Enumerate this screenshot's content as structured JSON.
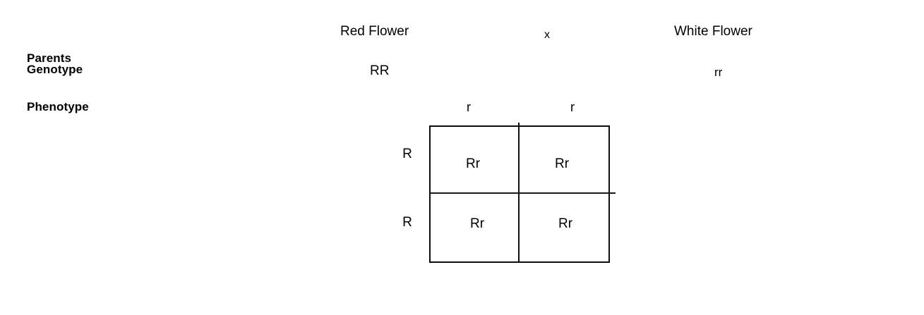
{
  "labels": {
    "parents_phenotype_line1": "Parents",
    "parents_phenotype_line2": "Phenotype",
    "genotype": "Genotype"
  },
  "cross": {
    "parent1_phenotype": "Red Flower",
    "cross_symbol": "x",
    "parent2_phenotype": "White Flower",
    "parent1_genotype": "RR",
    "parent2_genotype": "rr"
  },
  "punnett": {
    "column_headers": [
      "r",
      "r"
    ],
    "row_headers": [
      "R",
      "R"
    ],
    "cells": [
      [
        "Rr",
        "Rr"
      ],
      [
        "Rr",
        "Rr"
      ]
    ]
  },
  "colors": {
    "background": "#ffffff",
    "text": "#000000",
    "grid_line": "#0d0d0d"
  }
}
